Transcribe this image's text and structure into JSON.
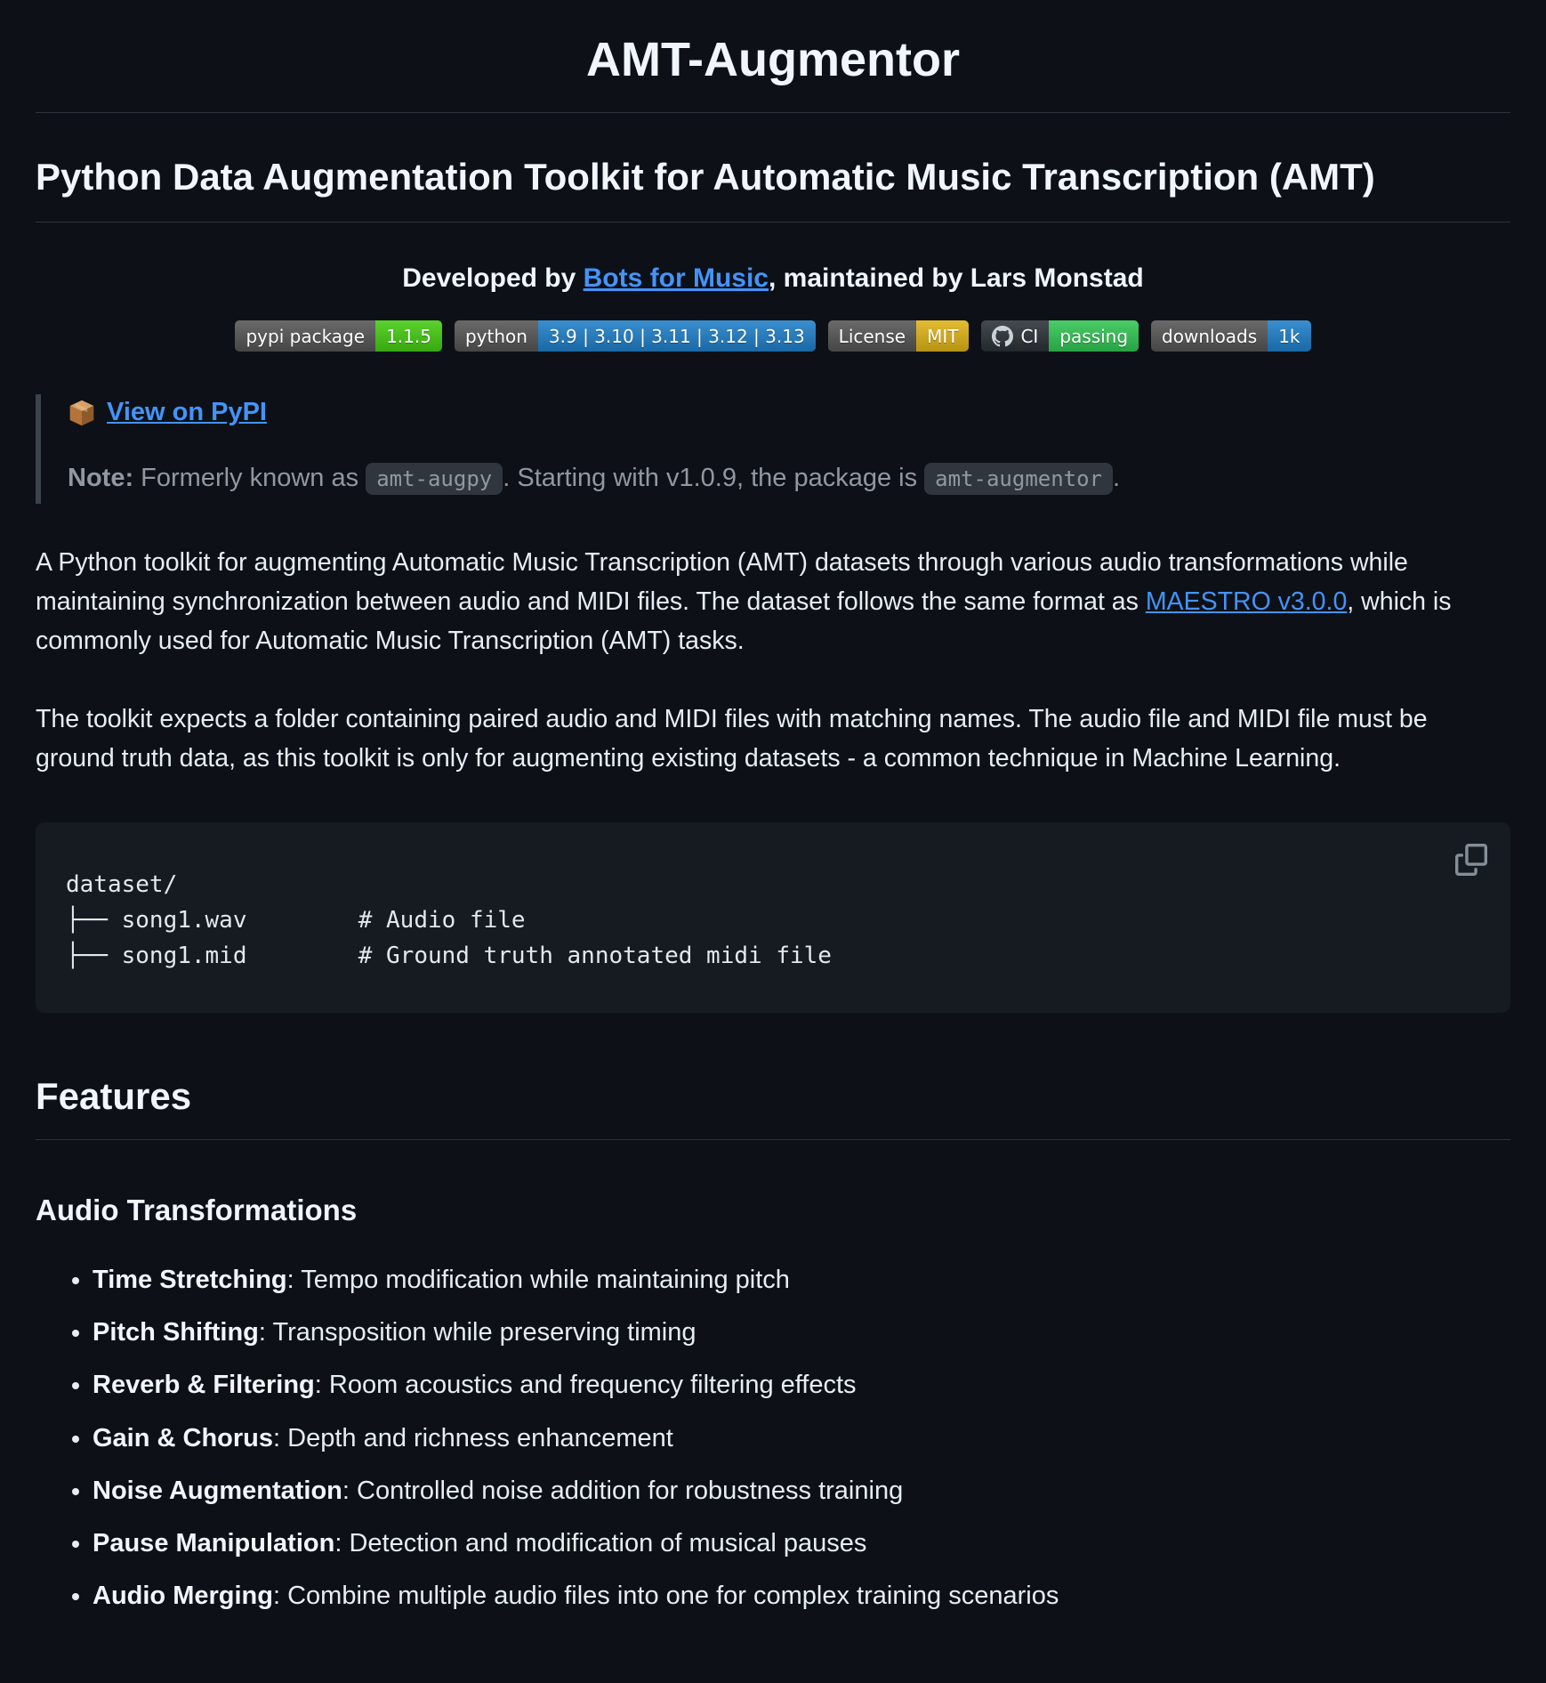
{
  "page": {
    "title": "AMT-Augmentor",
    "tagline": "Python Data Augmentation Toolkit for Automatic Music Transcription (AMT)"
  },
  "byline": {
    "prefix": "Developed by ",
    "developer_link": "Bots for Music",
    "suffix": ", maintained by Lars Monstad"
  },
  "badges": [
    {
      "label": "pypi package",
      "value": "1.1.5",
      "label_bg": "#555555",
      "value_bg": "#44cc11"
    },
    {
      "label": "python",
      "value": "3.9 | 3.10 | 3.11 | 3.12 | 3.13",
      "label_bg": "#555555",
      "value_bg": "#1f7fc9"
    },
    {
      "label": "License",
      "value": "MIT",
      "label_bg": "#555555",
      "value_bg": "#dfb317"
    },
    {
      "label": "CI",
      "value": "passing",
      "label_bg": "#2b3137",
      "value_bg": "#31c653",
      "logo": "github-icon"
    },
    {
      "label": "downloads",
      "value": "1k",
      "label_bg": "#555555",
      "value_bg": "#1f7fc9"
    }
  ],
  "callout": {
    "pypi_link_label": "View on PyPI",
    "note_label": "Note:",
    "note_text_1": " Formerly known as ",
    "old_package_code": "amt-augpy",
    "note_text_2": ". Starting with v1.0.9, the package is ",
    "new_package_code": "amt-augmentor",
    "note_text_3": "."
  },
  "intro": {
    "p1_before_link": "A Python toolkit for augmenting Automatic Music Transcription (AMT) datasets through various audio transformations while maintaining synchronization between audio and MIDI files. The dataset follows the same format as ",
    "p1_link": "MAESTRO v3.0.0",
    "p1_after_link": ", which is commonly used for Automatic Music Transcription (AMT) tasks.",
    "p2": "The toolkit expects a folder containing paired audio and MIDI files with matching names. The audio file and MIDI file must be ground truth data, as this toolkit is only for augmenting existing datasets - a common technique in Machine Learning."
  },
  "code_block": {
    "lines": [
      "dataset/",
      "├── song1.wav        # Audio file",
      "├── song1.mid        # Ground truth annotated midi file"
    ],
    "copy_icon": "copy-icon"
  },
  "features": {
    "heading": "Features",
    "subheading": "Audio Transformations",
    "items": [
      {
        "term": "Time Stretching",
        "desc": ": Tempo modification while maintaining pitch"
      },
      {
        "term": "Pitch Shifting",
        "desc": ": Transposition while preserving timing"
      },
      {
        "term": "Reverb & Filtering",
        "desc": ": Room acoustics and frequency filtering effects"
      },
      {
        "term": "Gain & Chorus",
        "desc": ": Depth and richness enhancement"
      },
      {
        "term": "Noise Augmentation",
        "desc": ": Controlled noise addition for robustness training"
      },
      {
        "term": "Pause Manipulation",
        "desc": ": Detection and modification of musical pauses"
      },
      {
        "term": "Audio Merging",
        "desc": ": Combine multiple audio files into one for complex training scenarios"
      }
    ]
  },
  "colors": {
    "page_background": "#0d1117",
    "code_background": "#161b22",
    "heading_divider": "#2d333b",
    "link_blue": "#4493f8",
    "muted_text": "#9198a1",
    "badge_gray": "#555555",
    "badge_green": "#44cc11",
    "badge_blue": "#1f7fc9",
    "badge_yellow": "#dfb317",
    "badge_dark": "#2b3137",
    "badge_passing_green": "#31c653"
  }
}
